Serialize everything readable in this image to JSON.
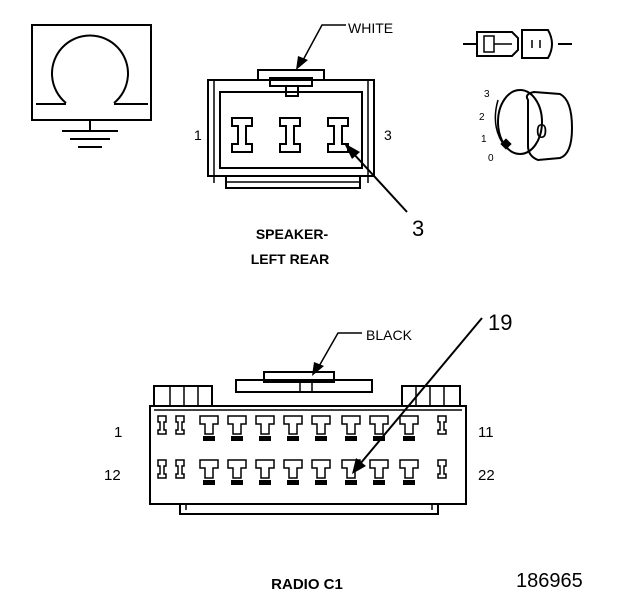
{
  "diagram": {
    "figure_number": "186965"
  },
  "speaker_connector": {
    "color_label": "WHITE",
    "title_line1": "SPEAKER-",
    "title_line2": "LEFT REAR",
    "pin_left": "1",
    "pin_right": "3",
    "callout_pin": "3"
  },
  "ohmmeter_symbol": {
    "icon": "ohm-symbol-icon"
  },
  "ignition_switch": {
    "positions": [
      "3",
      "2",
      "1",
      "0"
    ],
    "key_label": "0"
  },
  "radio_connector": {
    "color_label": "BLACK",
    "title": "RADIO C1",
    "pin_top_left": "1",
    "pin_top_right": "11",
    "pin_bottom_left": "12",
    "pin_bottom_right": "22",
    "callout_pin": "19"
  }
}
